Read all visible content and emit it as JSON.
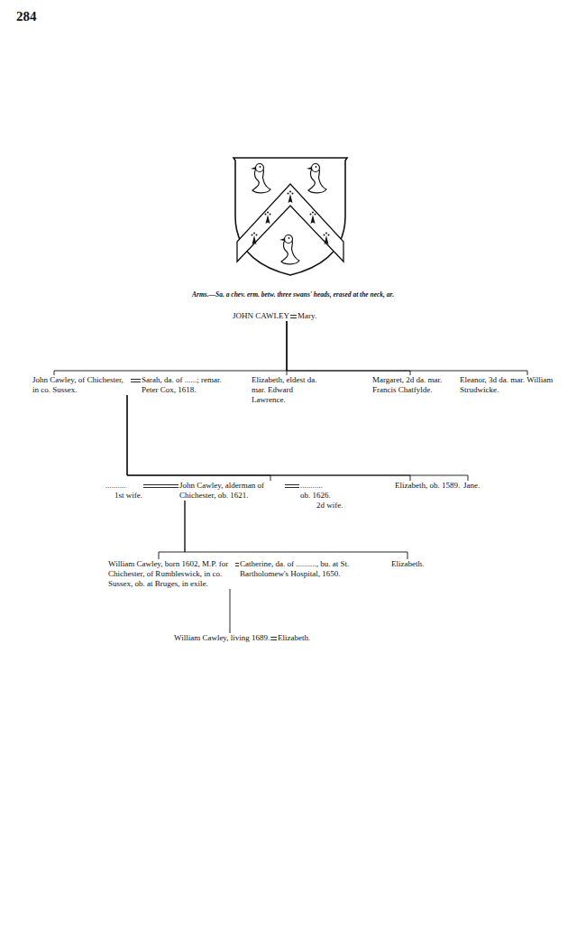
{
  "diagram": {
    "caption": "Arms.—Sa. a chev. erm. betw. three swans' heads, erased at the neck, ar.",
    "nodes": [
      {
        "text": [
          "JOHN CAWLEY"
        ]
      },
      {
        "text": [
          "Mary."
        ]
      },
      {
        "text": [
          "John Cawley, of Chichester, in co. Sussex."
        ]
      },
      {
        "text": [
          "Sarah, da. of ......; remar. Peter Cox, 1618."
        ]
      },
      {
        "text": [
          "Elizabeth, eldest da. mar. Edward Lawrence."
        ]
      },
      {
        "text": [
          "Margaret, 2d da. mar. Francis Chatfylde."
        ]
      },
      {
        "text": [
          "Eleanor, 3d da. mar. William Strudwicke."
        ]
      },
      {
        "text": [
          "..........",
          "1st wife."
        ]
      },
      {
        "text": [
          "John Cawley, alderman of Chichester, ob. 1621."
        ]
      },
      {
        "text": [
          "...........",
          "ob. 1626.",
          "2d wife."
        ]
      },
      {
        "text": [
          "Elizabeth, ob. 1589."
        ]
      },
      {
        "text": [
          "Jane."
        ]
      },
      {
        "text": [
          "William Cawley, born 1602, M.P. for Chichester, of Rumbleswick, in co. Sussex, ob. at Bruges, in exile."
        ]
      },
      {
        "text": [
          "Catherine, da. of .........., bu. at St. Bartholomew's Hospital, 1650."
        ]
      },
      {
        "text": [
          "Elizabeth."
        ]
      },
      {
        "text": [
          "William Cawley, living 1689."
        ]
      },
      {
        "text": [
          "Elizabeth."
        ]
      }
    ],
    "edges": [
      {
        "from": 0,
        "to": 1,
        "arrow": "none"
      },
      {
        "from": 0,
        "to": 2,
        "arrow": "none"
      },
      {
        "from": 0,
        "to": 4,
        "arrow": "none"
      },
      {
        "from": 0,
        "to": 5,
        "arrow": "none"
      },
      {
        "from": 0,
        "to": 6,
        "arrow": "none"
      },
      {
        "from": 2,
        "to": 3,
        "arrow": "none"
      },
      {
        "from": 2,
        "to": 8,
        "arrow": "none"
      },
      {
        "from": 2,
        "to": 10,
        "arrow": "none"
      },
      {
        "from": 2,
        "to": 11,
        "arrow": "none"
      },
      {
        "from": 7,
        "to": 8,
        "arrow": "none"
      },
      {
        "from": 8,
        "to": 9,
        "arrow": "none"
      },
      {
        "from": 8,
        "to": 12,
        "arrow": "none"
      },
      {
        "from": 8,
        "to": 14,
        "arrow": "none"
      },
      {
        "from": 12,
        "to": 13,
        "arrow": "none"
      },
      {
        "from": 12,
        "to": 15,
        "arrow": "none"
      },
      {
        "from": 15,
        "to": 16,
        "arrow": "none"
      }
    ],
    "labels": [
      "284"
    ]
  }
}
